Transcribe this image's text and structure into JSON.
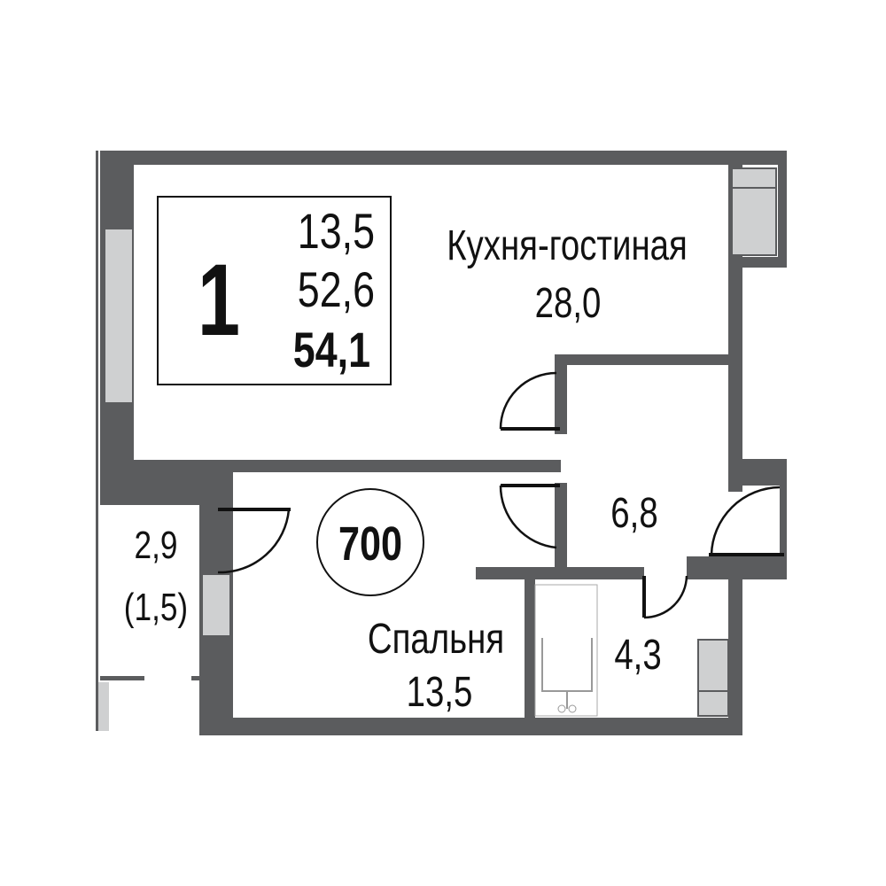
{
  "plan": {
    "rooms_count": "1",
    "living_area": "13,5",
    "total_area_no_balcony": "52,6",
    "total_area": "54,1",
    "apartment_number": "700",
    "rooms": [
      {
        "name": "Кухня-гостиная",
        "area": "28,0"
      },
      {
        "name": "Спальня",
        "area": "13,5"
      },
      {
        "name": "",
        "area": "6,8"
      },
      {
        "name": "",
        "area": "4,3"
      },
      {
        "name": "",
        "area": "2,9",
        "reduced_area": "(1,5)"
      }
    ]
  },
  "colors": {
    "wall": "#5b5c5e",
    "window": "#cfd0d1"
  }
}
